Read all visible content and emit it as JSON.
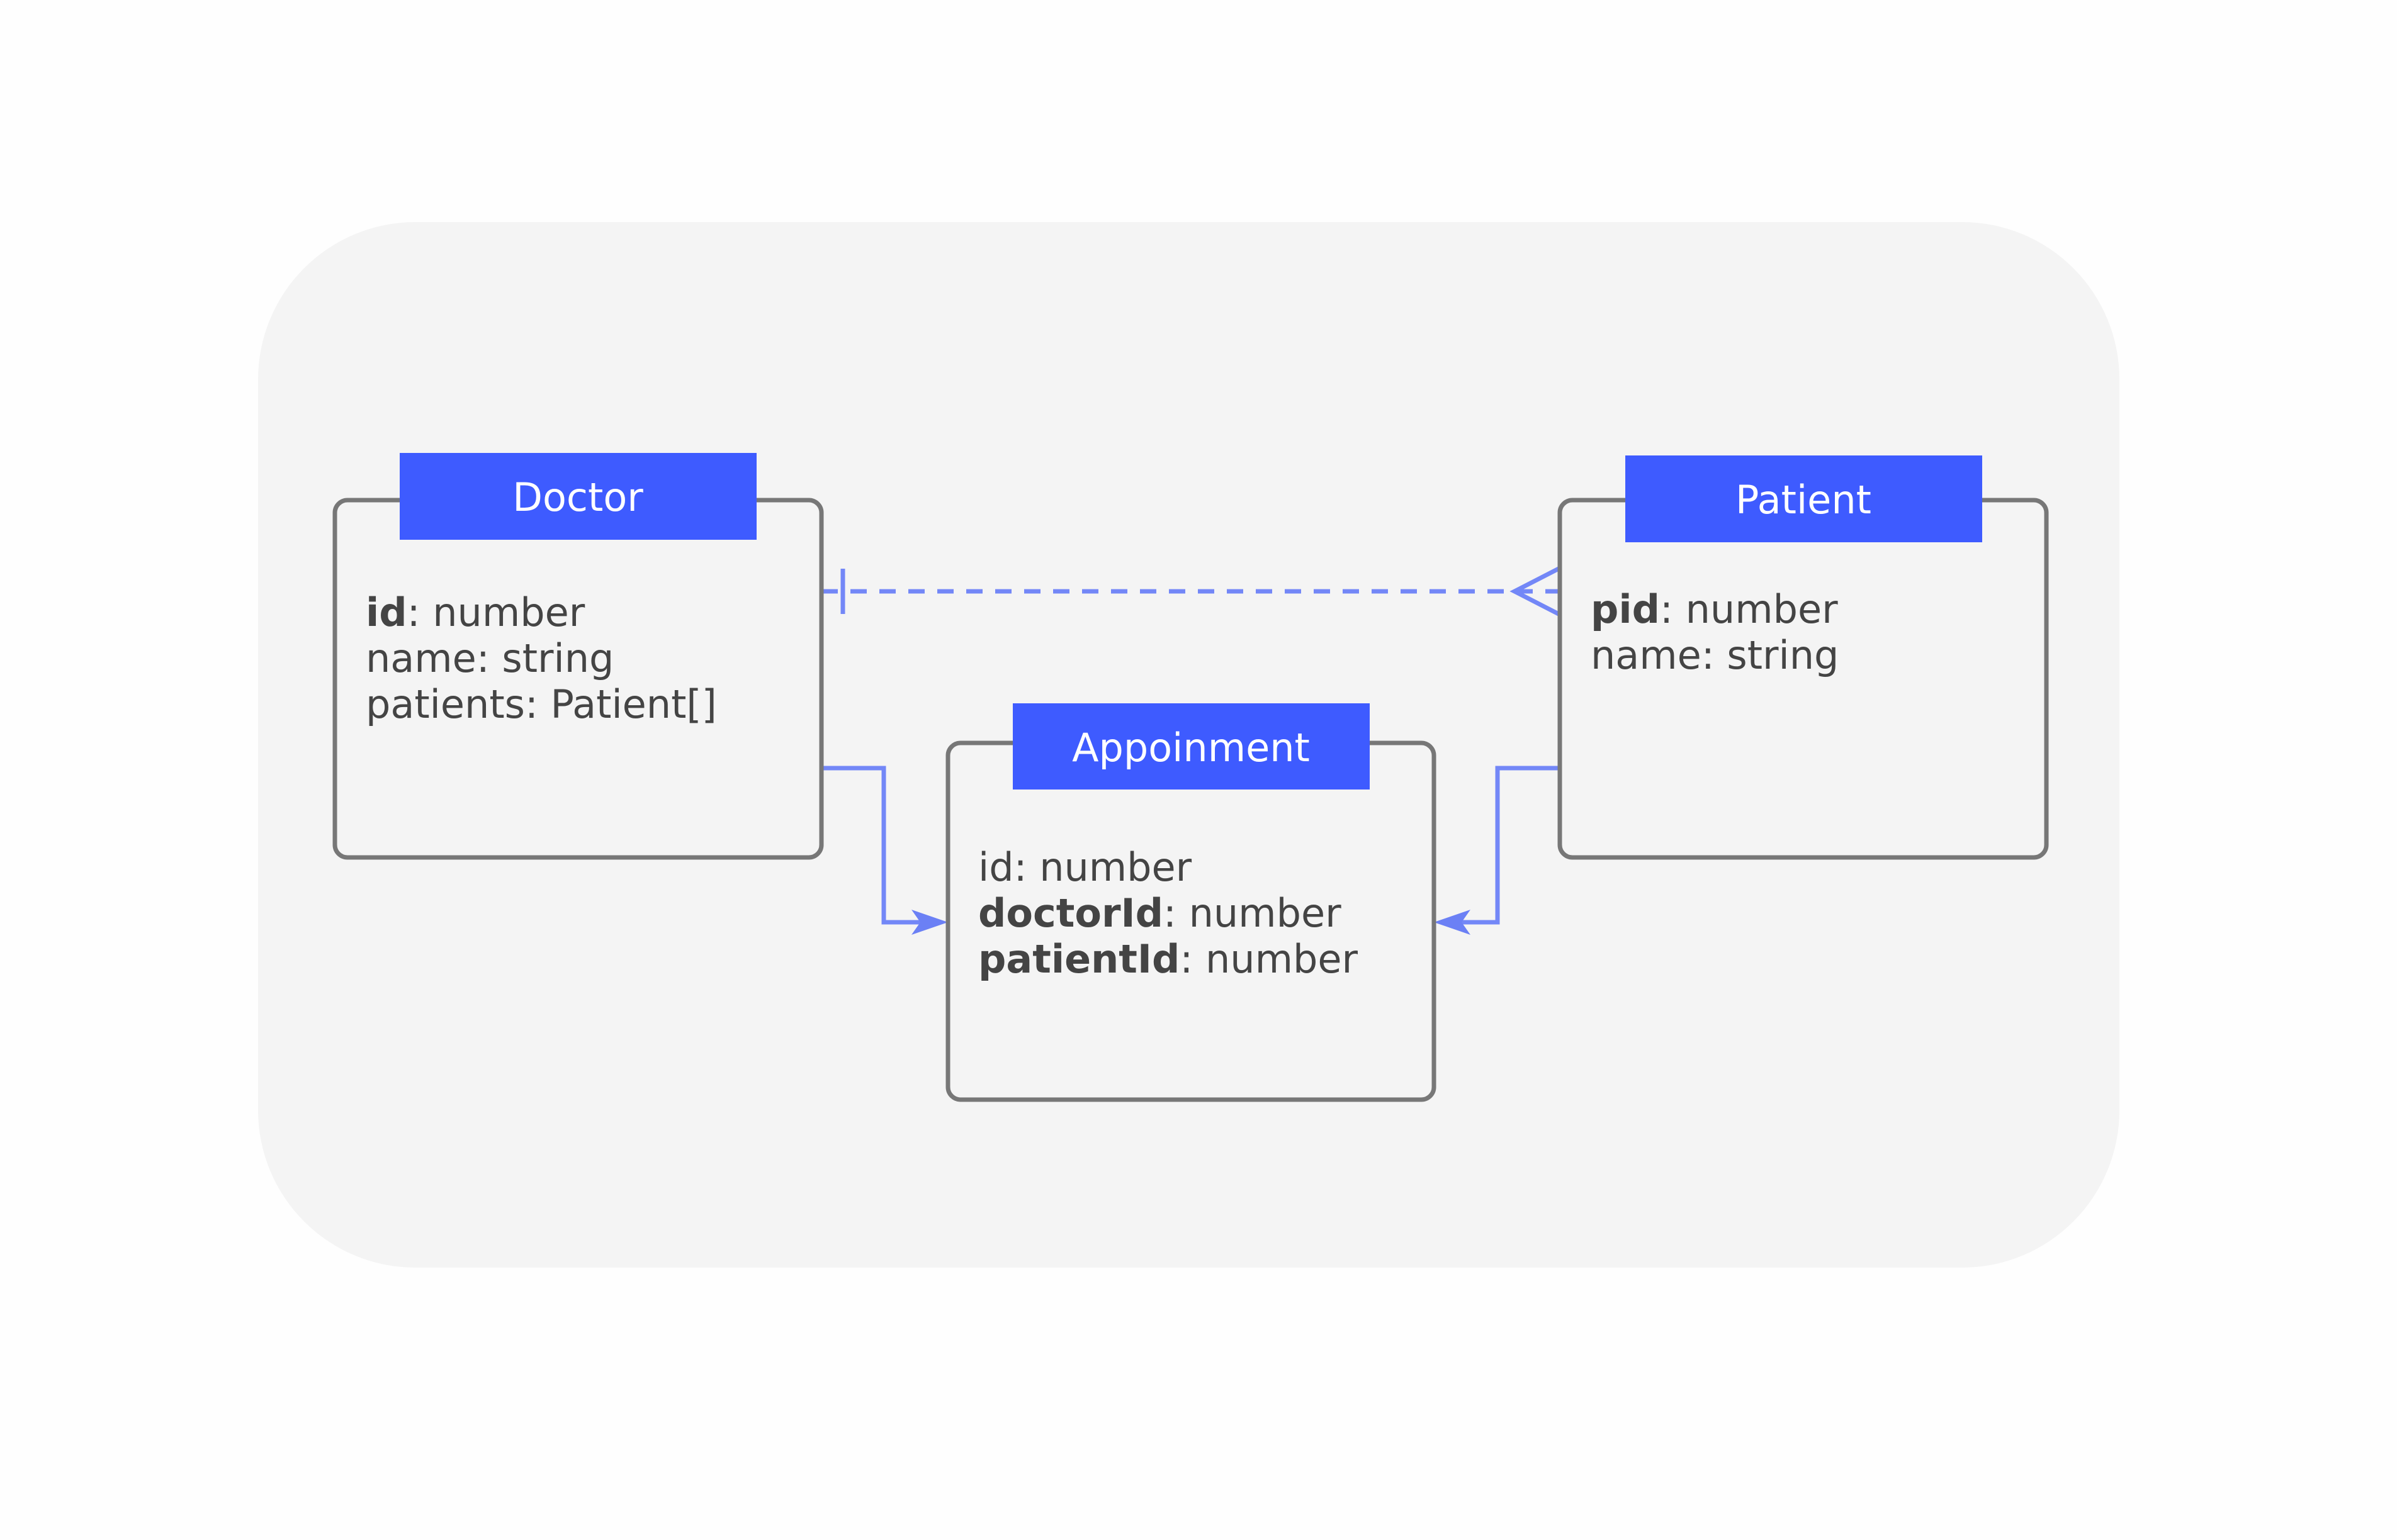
{
  "colors": {
    "header_fill": "#3e5bff",
    "header_text": "#ffffff",
    "box_border": "#777777",
    "box_fill": "#f4f4f4",
    "background_panel": "#f4f4f4",
    "connector": "#7387f7",
    "field_text": "#444444"
  },
  "entities": {
    "doctor": {
      "title": "Doctor",
      "fields": [
        {
          "key": "id",
          "key_bold": true,
          "rest": ": number"
        },
        {
          "key": "name",
          "key_bold": false,
          "rest": ": string"
        },
        {
          "key": "patients",
          "key_bold": false,
          "rest": ": Patient[]"
        }
      ]
    },
    "patient": {
      "title": "Patient",
      "fields": [
        {
          "key": "pid",
          "key_bold": true,
          "rest": ": number"
        },
        {
          "key": "name",
          "key_bold": false,
          "rest": ": string"
        }
      ]
    },
    "appointment": {
      "title": "Appoinment",
      "fields": [
        {
          "key": "id",
          "key_bold": false,
          "rest": ": number"
        },
        {
          "key": "doctorId",
          "key_bold": true,
          "rest": ": number"
        },
        {
          "key": "patientId",
          "key_bold": true,
          "rest": ": number"
        }
      ]
    }
  },
  "relationships": [
    {
      "from": "Doctor",
      "to": "Patient",
      "style": "dashed",
      "from_end": "one",
      "to_end": "many"
    },
    {
      "from": "Doctor",
      "to": "Appoinment",
      "style": "solid",
      "to_end": "arrow"
    },
    {
      "from": "Patient",
      "to": "Appoinment",
      "style": "solid",
      "to_end": "arrow"
    }
  ]
}
